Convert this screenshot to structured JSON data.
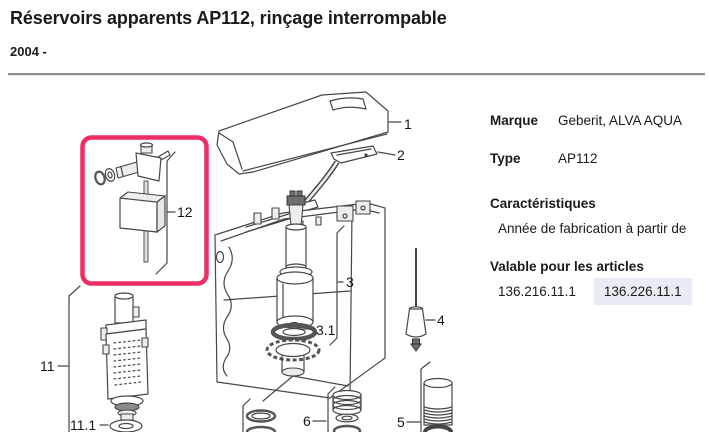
{
  "header": {
    "title": "Réservoirs apparents AP112, rinçage interrompable",
    "subtitle": "2004 -"
  },
  "diagram": {
    "description": "exploded-view cistern spare parts drawing",
    "highlighted_part_id": "12",
    "highlight_color": "#ee2d64",
    "parts": [
      {
        "label": "1"
      },
      {
        "label": "2"
      },
      {
        "label": "3"
      },
      {
        "label": "3.1"
      },
      {
        "label": "4"
      },
      {
        "label": "5"
      },
      {
        "label": "6"
      },
      {
        "label": "11"
      },
      {
        "label": "11.1"
      },
      {
        "label": "12"
      }
    ]
  },
  "info_panel": {
    "fields": [
      {
        "label": "Marque",
        "value": "Geberit, ALVA AQUA"
      },
      {
        "label": "Type",
        "value": "AP112"
      }
    ],
    "characteristics": {
      "heading": "Caractéristiques",
      "text": "Année de fabrication à partir de"
    },
    "articles": {
      "heading": "Valable pour les articles",
      "items": [
        {
          "number": "136.216.11.1",
          "highlighted": false
        },
        {
          "number": "136.226.11.1",
          "highlighted": true
        }
      ]
    }
  }
}
